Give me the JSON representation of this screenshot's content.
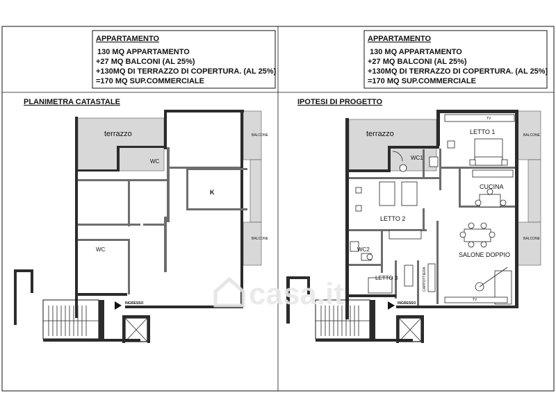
{
  "left_panel": {
    "box_title": "APPARTAMENTO",
    "box_lines": [
      "130 MQ APPARTAMENTO",
      "+27 MQ BALCONI (AL 25%)",
      "+130MQ DI TERRAZZO DI COPERTURA. (AL 25%)",
      "=170 MQ SUP.COMMERCIALE"
    ],
    "section_title": "PLANIMETRA CATASTALE",
    "rooms": {
      "terrazzo": "terrazzo",
      "wc_top": "WC",
      "k": "K",
      "wc_bottom": "WC",
      "balcone_top": "BALCONE",
      "balcone_bottom": "BALCONE",
      "ingresso": "INGRESSO"
    }
  },
  "right_panel": {
    "box_title": "APPARTAMENTO",
    "box_lines": [
      "130 MQ APPARTAMENTO",
      "+27 MQ BALCONI (AL 25%)",
      "+130MQ DI TERRAZZO DI COPERTURA. (AL 25%)",
      "=170 MQ SUP.COMMERCIALE"
    ],
    "section_title": "IPOTESI DI PROGETTO",
    "rooms": {
      "terrazzo": "terrazzo",
      "letto1": "LETTO 1",
      "wc1": "WC1",
      "cucina": "CUCINA",
      "letto2": "LETTO 2",
      "wc2": "WC2",
      "letto3": "LETTO 3",
      "salone": "SALONE DOPPIO",
      "cappottiera": "CAPPOTTIERA",
      "balcone_top": "BALCONE",
      "balcone_bottom": "BALCONE",
      "ingresso": "INGRESSO",
      "tv": "TV"
    }
  },
  "watermark": "casa.it"
}
